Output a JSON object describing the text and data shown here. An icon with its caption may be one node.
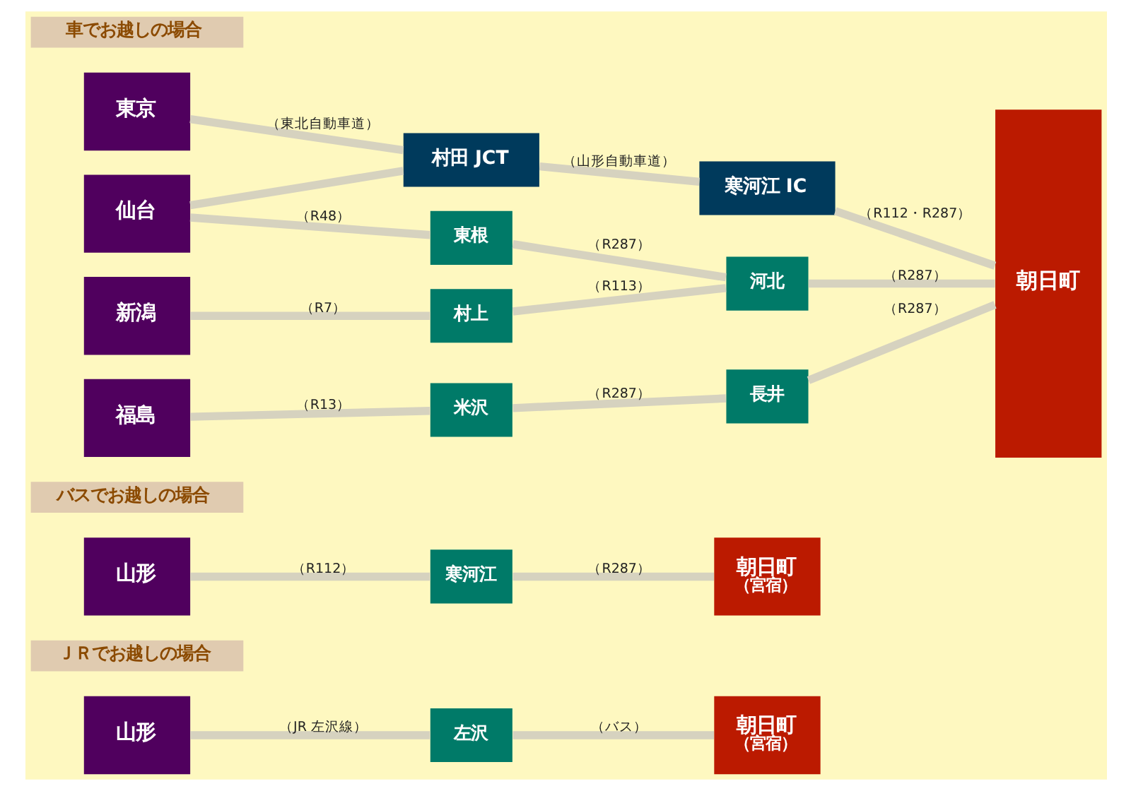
{
  "diagram": {
    "nodes": [
      {
        "text": [
          "車でお越しの場合"
        ]
      },
      {
        "text": [
          "東京"
        ]
      },
      {
        "text": [
          "村田 JCT"
        ]
      },
      {
        "text": [
          "寒河江 IC"
        ]
      },
      {
        "text": [
          "朝日町"
        ]
      },
      {
        "text": [
          "仙台"
        ]
      },
      {
        "text": [
          "東根"
        ]
      },
      {
        "text": [
          "河北"
        ]
      },
      {
        "text": [
          "新潟"
        ]
      },
      {
        "text": [
          "村上"
        ]
      },
      {
        "text": [
          "福島"
        ]
      },
      {
        "text": [
          "米沢"
        ]
      },
      {
        "text": [
          "長井"
        ]
      },
      {
        "text": [
          "バスでお越しの場合"
        ]
      },
      {
        "text": [
          "山形"
        ]
      },
      {
        "text": [
          "寒河江"
        ]
      },
      {
        "text": [
          "朝日町",
          "（宮宿）"
        ]
      },
      {
        "text": [
          "ＪＲでお越しの場合"
        ]
      },
      {
        "text": [
          "山形"
        ]
      },
      {
        "text": [
          "左沢"
        ]
      },
      {
        "text": [
          "朝日町",
          "（宮宿）"
        ]
      }
    ],
    "edges": [
      {
        "from": 1,
        "to": 2,
        "arrow": "none",
        "label": "（東北自動車道）"
      },
      {
        "from": 5,
        "to": 2,
        "arrow": "none"
      },
      {
        "from": 2,
        "to": 3,
        "arrow": "none",
        "label": "（山形自動車道）"
      },
      {
        "from": 3,
        "to": 4,
        "arrow": "none",
        "label": "（R112・R287）"
      },
      {
        "from": 5,
        "to": 6,
        "arrow": "none",
        "label": "（R48）"
      },
      {
        "from": 6,
        "to": 7,
        "arrow": "none",
        "label": "（R287）"
      },
      {
        "from": 7,
        "to": 4,
        "arrow": "none",
        "label": "（R287）"
      },
      {
        "from": 8,
        "to": 9,
        "arrow": "none",
        "label": "（R7）"
      },
      {
        "from": 9,
        "to": 7,
        "arrow": "none",
        "label": "（R113）"
      },
      {
        "from": 10,
        "to": 11,
        "arrow": "none",
        "label": "（R13）"
      },
      {
        "from": 11,
        "to": 12,
        "arrow": "none",
        "label": "（R287）"
      },
      {
        "from": 12,
        "to": 4,
        "arrow": "none",
        "label": "（R287）"
      },
      {
        "from": 14,
        "to": 15,
        "arrow": "none",
        "label": "（R112）"
      },
      {
        "from": 15,
        "to": 16,
        "arrow": "none",
        "label": "（R287）"
      },
      {
        "from": 18,
        "to": 19,
        "arrow": "none",
        "label": "（JR 左沢線）"
      },
      {
        "from": 19,
        "to": 20,
        "arrow": "none",
        "label": "（バス）"
      }
    ]
  }
}
